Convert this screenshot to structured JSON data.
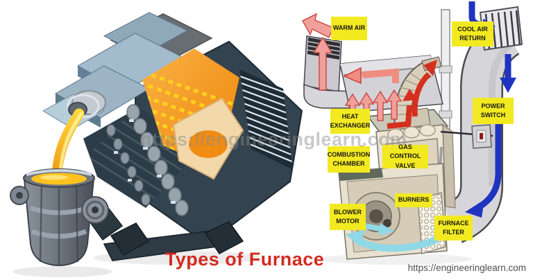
{
  "title": "Types of Furnace",
  "watermark_text": "https://engineeringlearn.com",
  "footer_url": "https://engineeringlearn.com",
  "labels": {
    "warm_air": "WARM AIR",
    "cool_air_return": "COOL AIR RETURN",
    "heat_exchanger": "HEAT EXCHANGER",
    "power_switch": "POWER SWITCH",
    "combustion_chamber": "COMBUSTION CHAMBER",
    "gas_control_valve": "GAS CONTROL VALVE",
    "burners": "BURNERS",
    "blower_motor": "BLOWER MOTOR",
    "furnace_filter": "FURNACE FILTER"
  },
  "colors": {
    "label_bg": "#f2e921",
    "label_text": "#161616",
    "title_red": "#d32b20",
    "warm_arrow_solid": "#d52f1e",
    "warm_arrow_light": "#f0a09a",
    "cool_arrow_blue": "#2034c0",
    "blower_arrow_cyan": "#8fd8e8",
    "duct_gray": "#d6d6da",
    "cabinet_beige": "#e9e1d0",
    "molten_yellow": "#ffc21e",
    "furnace_steel_blue": "#33434f",
    "furnace_glow_orange": "#f39110"
  },
  "illustrations": {
    "left": "industrial-melting-furnace-pouring-into-ladle",
    "right": "residential-gas-furnace-airflow-diagram"
  }
}
